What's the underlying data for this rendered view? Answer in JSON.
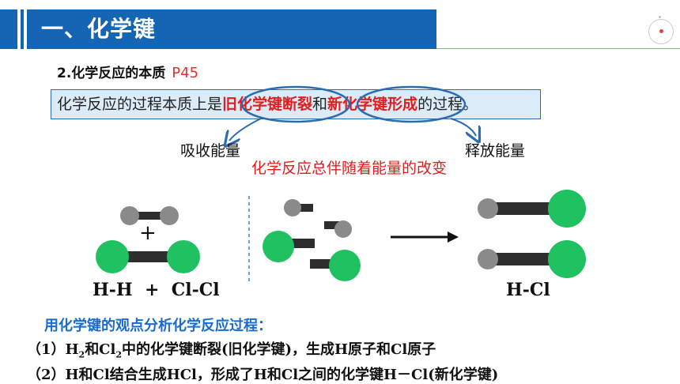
{
  "header": {
    "title": "一、化学键"
  },
  "subheading": {
    "text": "2.化学反应的本质",
    "ref": "P45"
  },
  "statement": {
    "part1": "化学反应的过程本质上是",
    "old_bond": "旧化学键断裂",
    "and": "和",
    "new_bond": "新化学键形成",
    "part2": "的过程。"
  },
  "energy": {
    "absorb": "吸收能量",
    "release": "释放能量",
    "note": "化学反应总伴随着能量的改变"
  },
  "diagram": {
    "reactants_label": "H-H  +  Cl-Cl",
    "plus_symbol": "+",
    "product_label": "H-Cl",
    "colors": {
      "hydrogen": "#8a8a8a",
      "chlorine": "#1fc160",
      "bond": "#2e2e2e",
      "arrow": "#111111"
    }
  },
  "analysis": {
    "heading": "用化学键的观点分析化学反应过程：",
    "line1_prefix": "（1）H",
    "line1_sub1": "2",
    "line1_mid": "和Cl",
    "line1_sub2": "2",
    "line1_rest": "中的化学键断裂(旧化学键)，生成H原子和Cl原子",
    "line2": "（2）H和Cl结合生成HCl，形成了H和Cl之间的化学键H－Cl(新化学键)"
  }
}
